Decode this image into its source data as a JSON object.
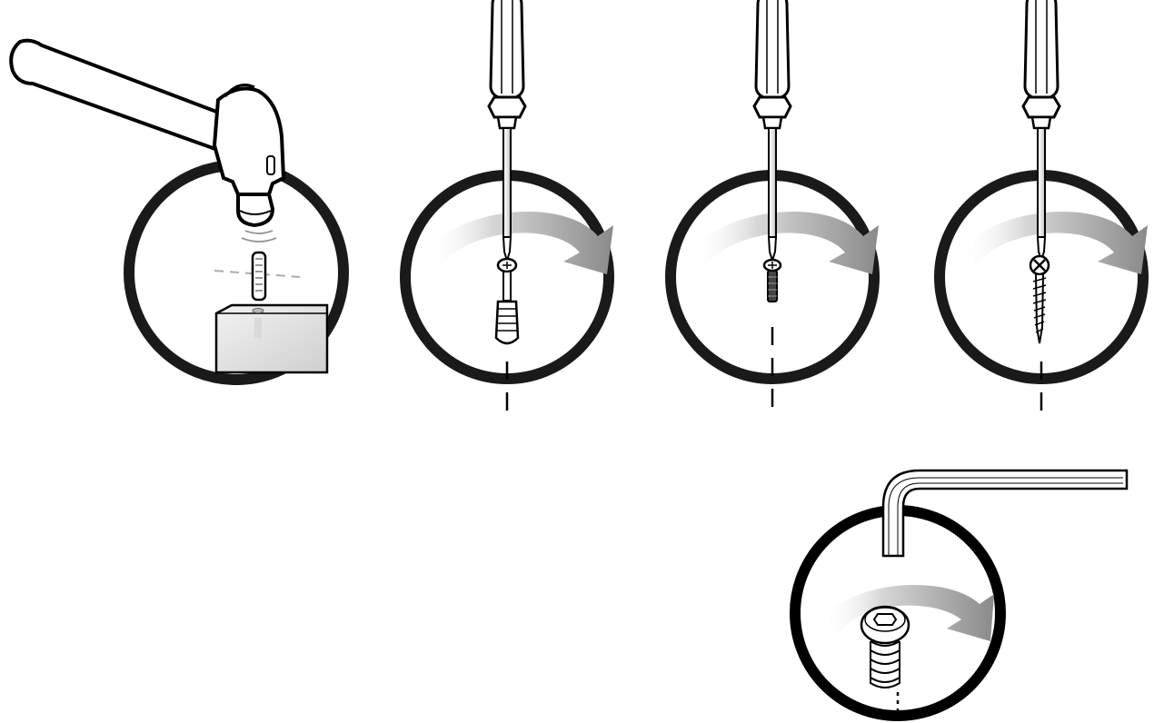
{
  "illustration": {
    "panels": [
      {
        "id": "panel-1",
        "tool": "hammer",
        "fastener": "wooden-dowel",
        "action": "tap-in"
      },
      {
        "id": "panel-2",
        "tool": "phillips-screwdriver",
        "fastener": "cam-bolt",
        "action": "turn-clockwise"
      },
      {
        "id": "panel-3",
        "tool": "phillips-screwdriver",
        "fastener": "short-machine-screw",
        "action": "turn-clockwise"
      },
      {
        "id": "panel-4",
        "tool": "phillips-screwdriver",
        "fastener": "wood-screw",
        "action": "turn-clockwise"
      },
      {
        "id": "panel-5",
        "tool": "allen-key",
        "fastener": "hex-socket-bolt",
        "action": "turn-clockwise"
      }
    ],
    "colors": {
      "outline": "#000000",
      "ring": "#1a1a1a",
      "fill": "#ffffff",
      "arrow": "#8a8a8a",
      "panel_board": "#e4e4e4"
    }
  }
}
